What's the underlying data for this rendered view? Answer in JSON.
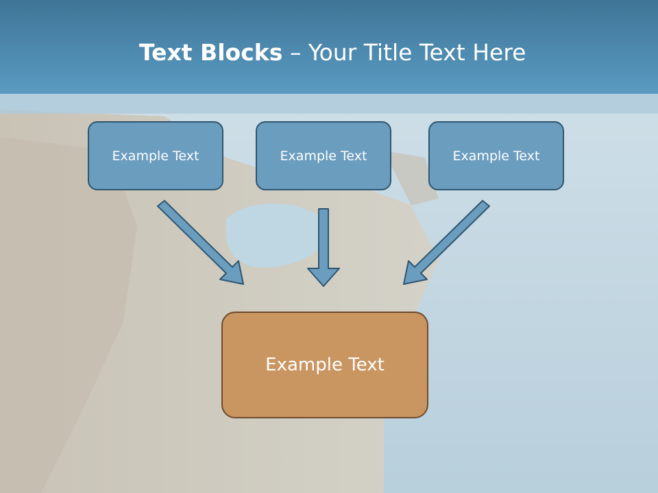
{
  "title": {
    "bold": "Text Blocks",
    "rest": " – Your Title Text Here"
  },
  "diagram": {
    "top_boxes": [
      "Example Text",
      "Example Text",
      "Example Text"
    ],
    "bottom_box": "Example Text"
  },
  "colors": {
    "header": "#5a9bc2",
    "top_box_fill": "#6b9dbf",
    "top_box_border": "#2e5670",
    "bottom_box_fill": "#c99561",
    "bottom_box_border": "#6e4a2c",
    "arrow_fill": "#6b9dbf"
  }
}
